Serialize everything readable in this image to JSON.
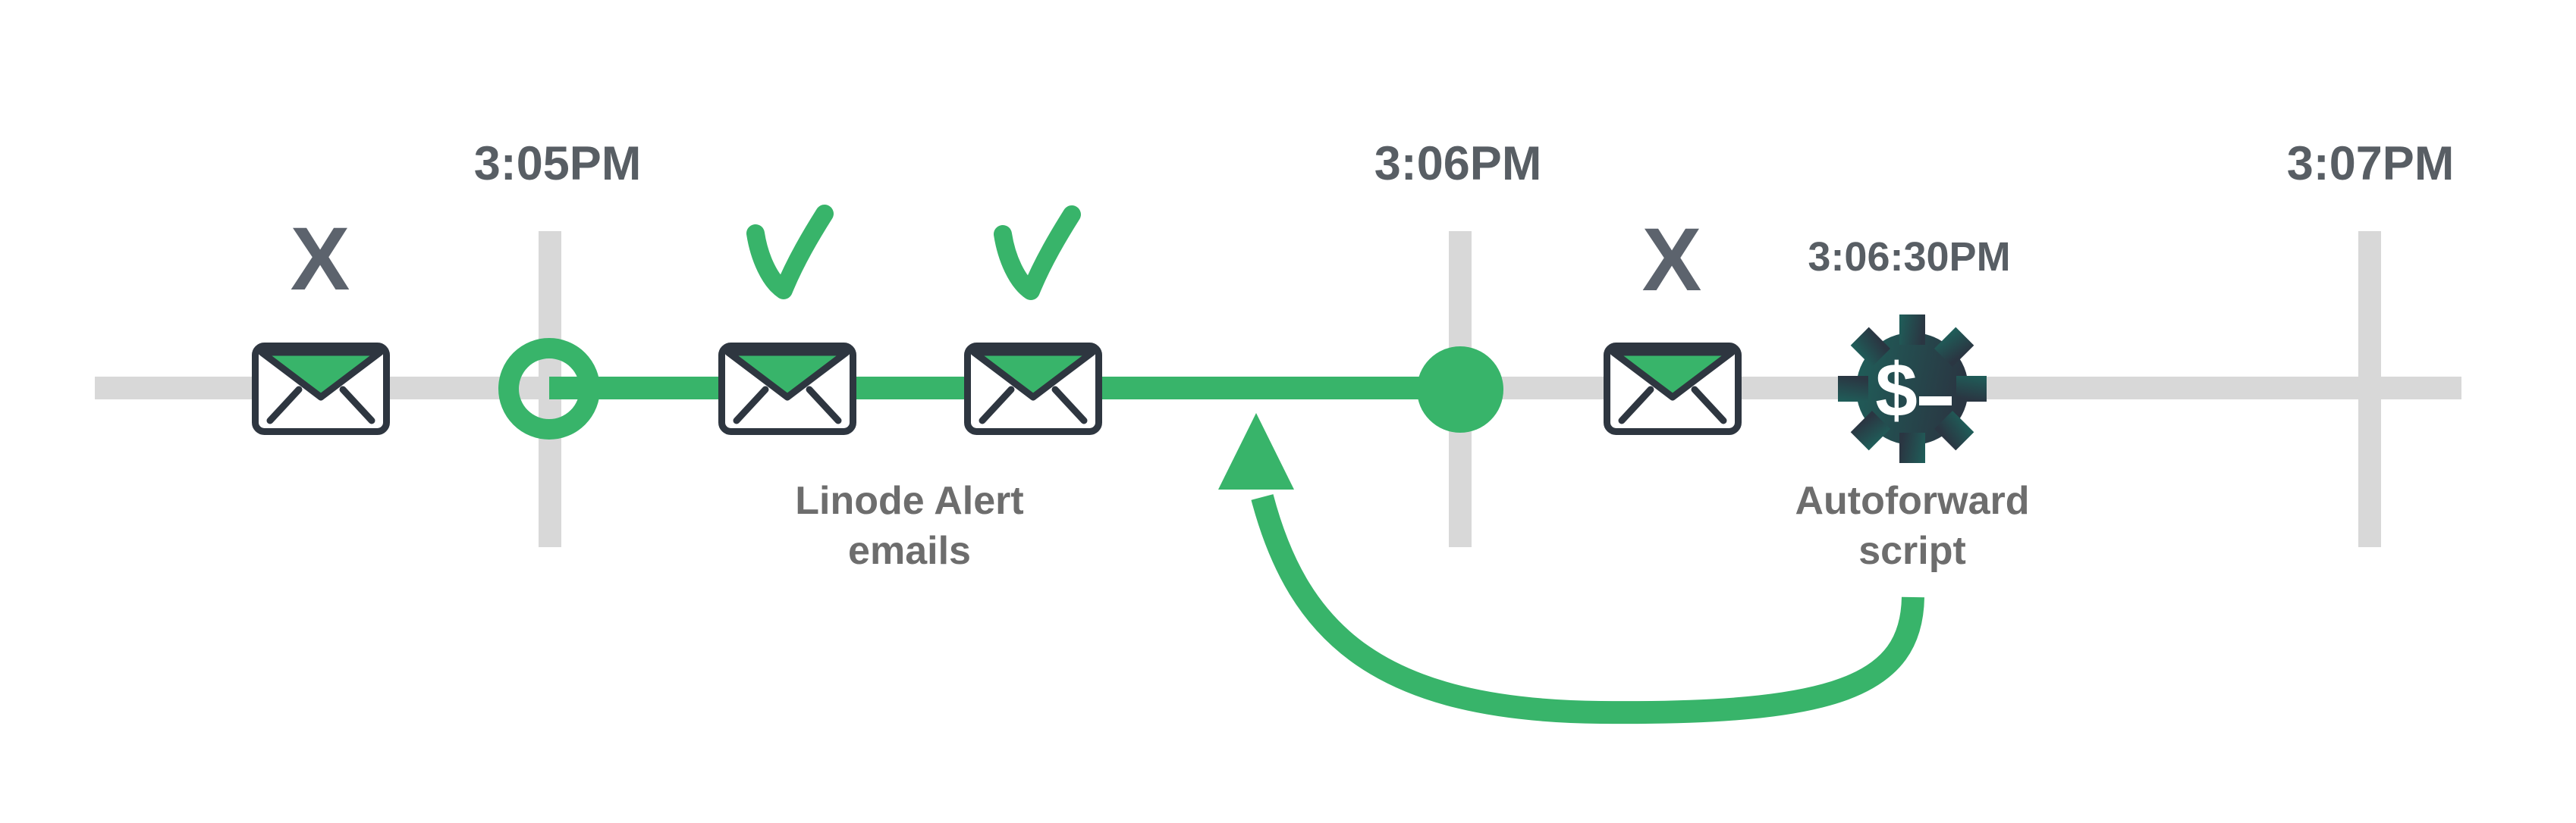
{
  "diagram_type": "email-autoforward-timeline",
  "colors": {
    "accent_green": "#38b46a",
    "track_gray": "#d8d8d8",
    "outline_dark": "#2e3640",
    "x_mark_gray": "#5c636d",
    "time_text": "#585e64",
    "caption_text": "#6d6d6d",
    "gear_teal": "#1f5f5a",
    "gear_slate": "#2a3642",
    "background": "#ffffff"
  },
  "timeline": {
    "time_labels": [
      "3:05PM",
      "3:06PM",
      "3:07PM"
    ],
    "highlighted_window": "3:05PM to 3:06PM"
  },
  "marks": {
    "missed": "X"
  },
  "events": {
    "envelope_before_window_status": "missed",
    "envelope_in_window_1_status": "delivered",
    "envelope_in_window_2_status": "delivered",
    "envelope_after_window_status": "missed"
  },
  "labels": {
    "alert_line1": "Linode Alert",
    "alert_line2": "emails",
    "autoforward_line1": "Autoforward",
    "autoforward_line2": "script",
    "autoforward_time": "3:06:30PM"
  },
  "gear": {
    "prompt_dollar": "$",
    "prompt_cursor": "_"
  }
}
